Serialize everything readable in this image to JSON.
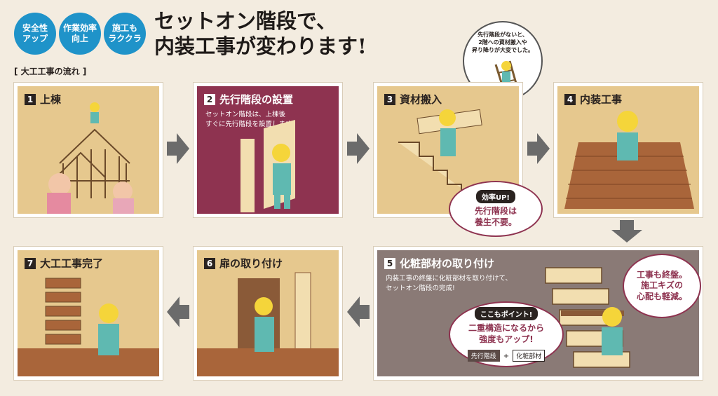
{
  "badges": [
    "安全性\nアップ",
    "作業効率\n向上",
    "施工も\nラククラ"
  ],
  "headline": "セットオン階段で、\n内装工事が変わります!",
  "flow_label": "[ 大工工事の流れ ]",
  "panels": [
    {
      "num": "1",
      "title": "上棟",
      "desc": ""
    },
    {
      "num": "2",
      "title": "先行階段の設置",
      "desc": "セットオン階段は、上棟後\nすぐに先行階段を設置します。"
    },
    {
      "num": "3",
      "title": "資材搬入",
      "desc": ""
    },
    {
      "num": "4",
      "title": "内装工事",
      "desc": ""
    },
    {
      "num": "5",
      "title": "化粧部材の取り付け",
      "desc": "内装工事の終盤に化粧部材を取り付けて、\nセットオン階段の完成!"
    },
    {
      "num": "6",
      "title": "扉の取り付け",
      "desc": ""
    },
    {
      "num": "7",
      "title": "大工工事完了",
      "desc": ""
    }
  ],
  "circle_note": "先行階段がないと、\n2階への資材搬入や\n昇り降りが大変でした。",
  "efficiency": {
    "tag": "効率UP!",
    "text": "先行階段は\n養生不要。"
  },
  "point": {
    "tag": "ここもポイント!",
    "text": "二重構造になるから\n強度もアップ!",
    "legend_a": "先行階段",
    "legend_plus": "+",
    "legend_b": "化粧部材"
  },
  "finish_note": "工事も終盤。\n施工キズの\n心配も軽減。",
  "colors": {
    "badge": "#1f93c9",
    "panel_tan": "#e6c88e",
    "panel_maroon": "#8e3350",
    "panel_taupe": "#8a7a76",
    "arrow": "#6b6b6b"
  }
}
